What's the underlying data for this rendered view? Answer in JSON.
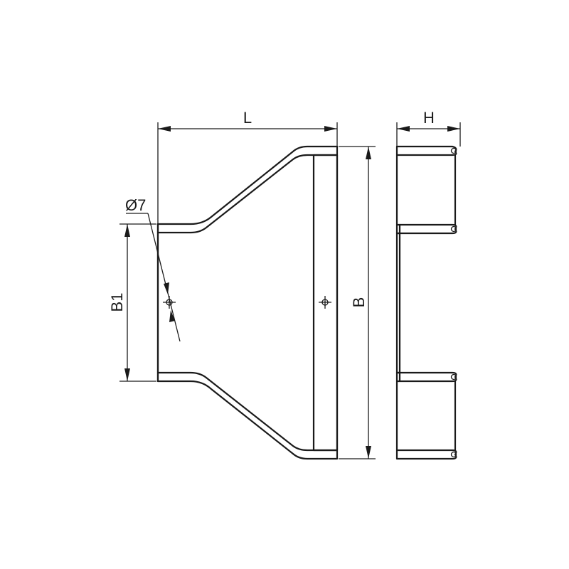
{
  "drawing": {
    "dimensions": {
      "length": "L",
      "height": "H",
      "width": "B",
      "width_small": "B1",
      "hole": "Ø7"
    },
    "colors": {
      "line": "#1a1a1a",
      "background": "#ffffff"
    }
  }
}
